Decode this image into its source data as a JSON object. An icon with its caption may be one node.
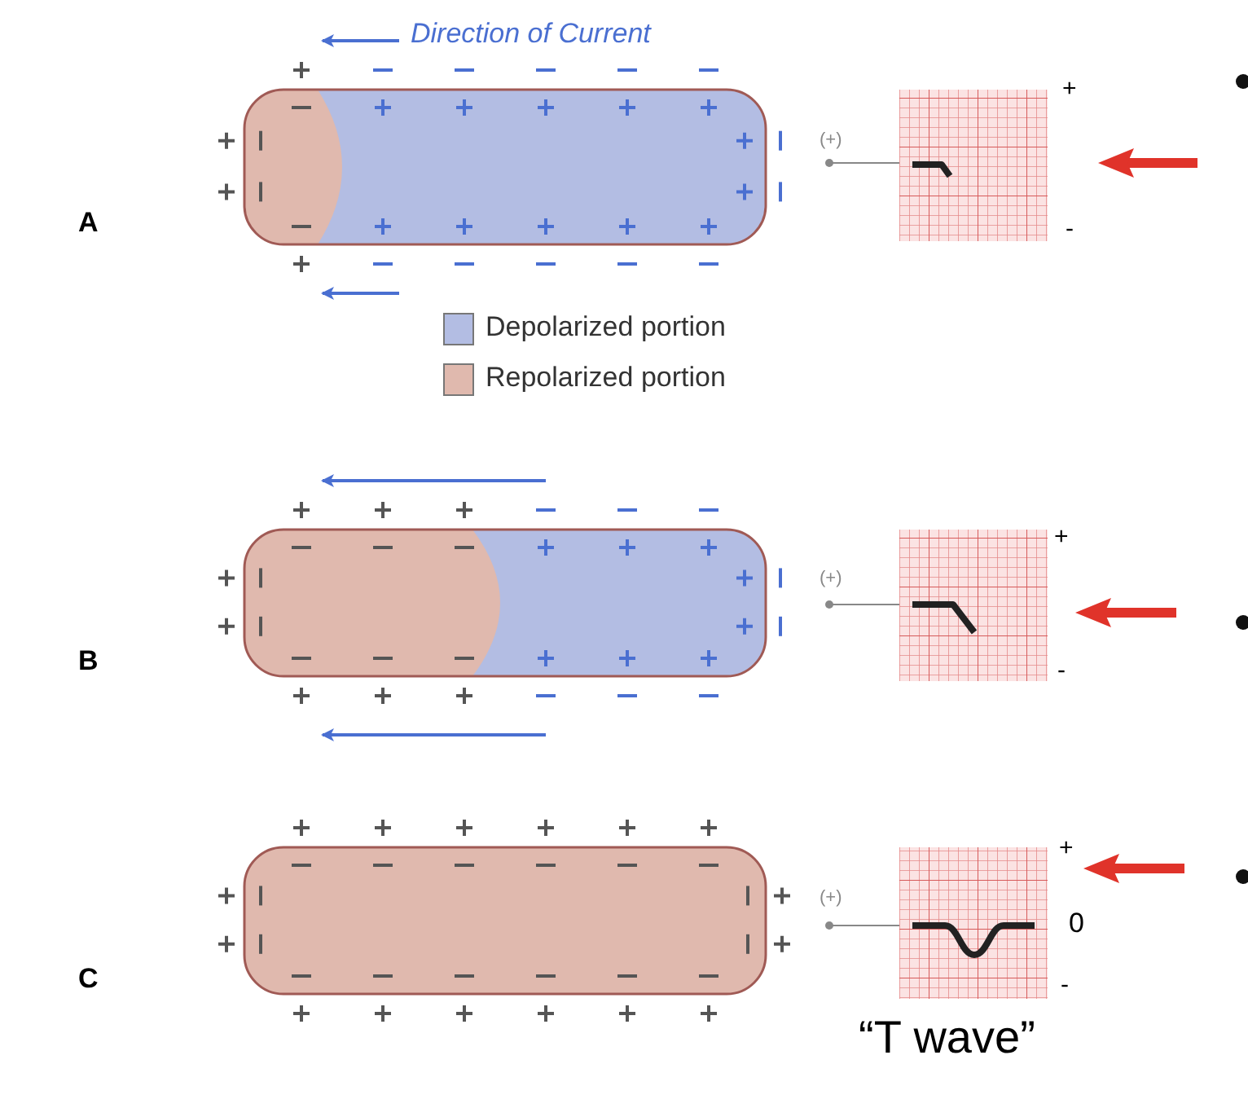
{
  "diagram": {
    "labels": [
      "Direction of Current",
      "+",
      "(+)",
      "A",
      "-",
      "+",
      "(+)",
      "B",
      "-",
      "+",
      "(+)",
      "0",
      "C",
      "-",
      "“T wave”"
    ],
    "legend": [
      {
        "text": "Depolarized portion",
        "color": "#b3bde3"
      },
      {
        "text": "Repolarized portion",
        "color": "#e0b9ae"
      }
    ]
  }
}
